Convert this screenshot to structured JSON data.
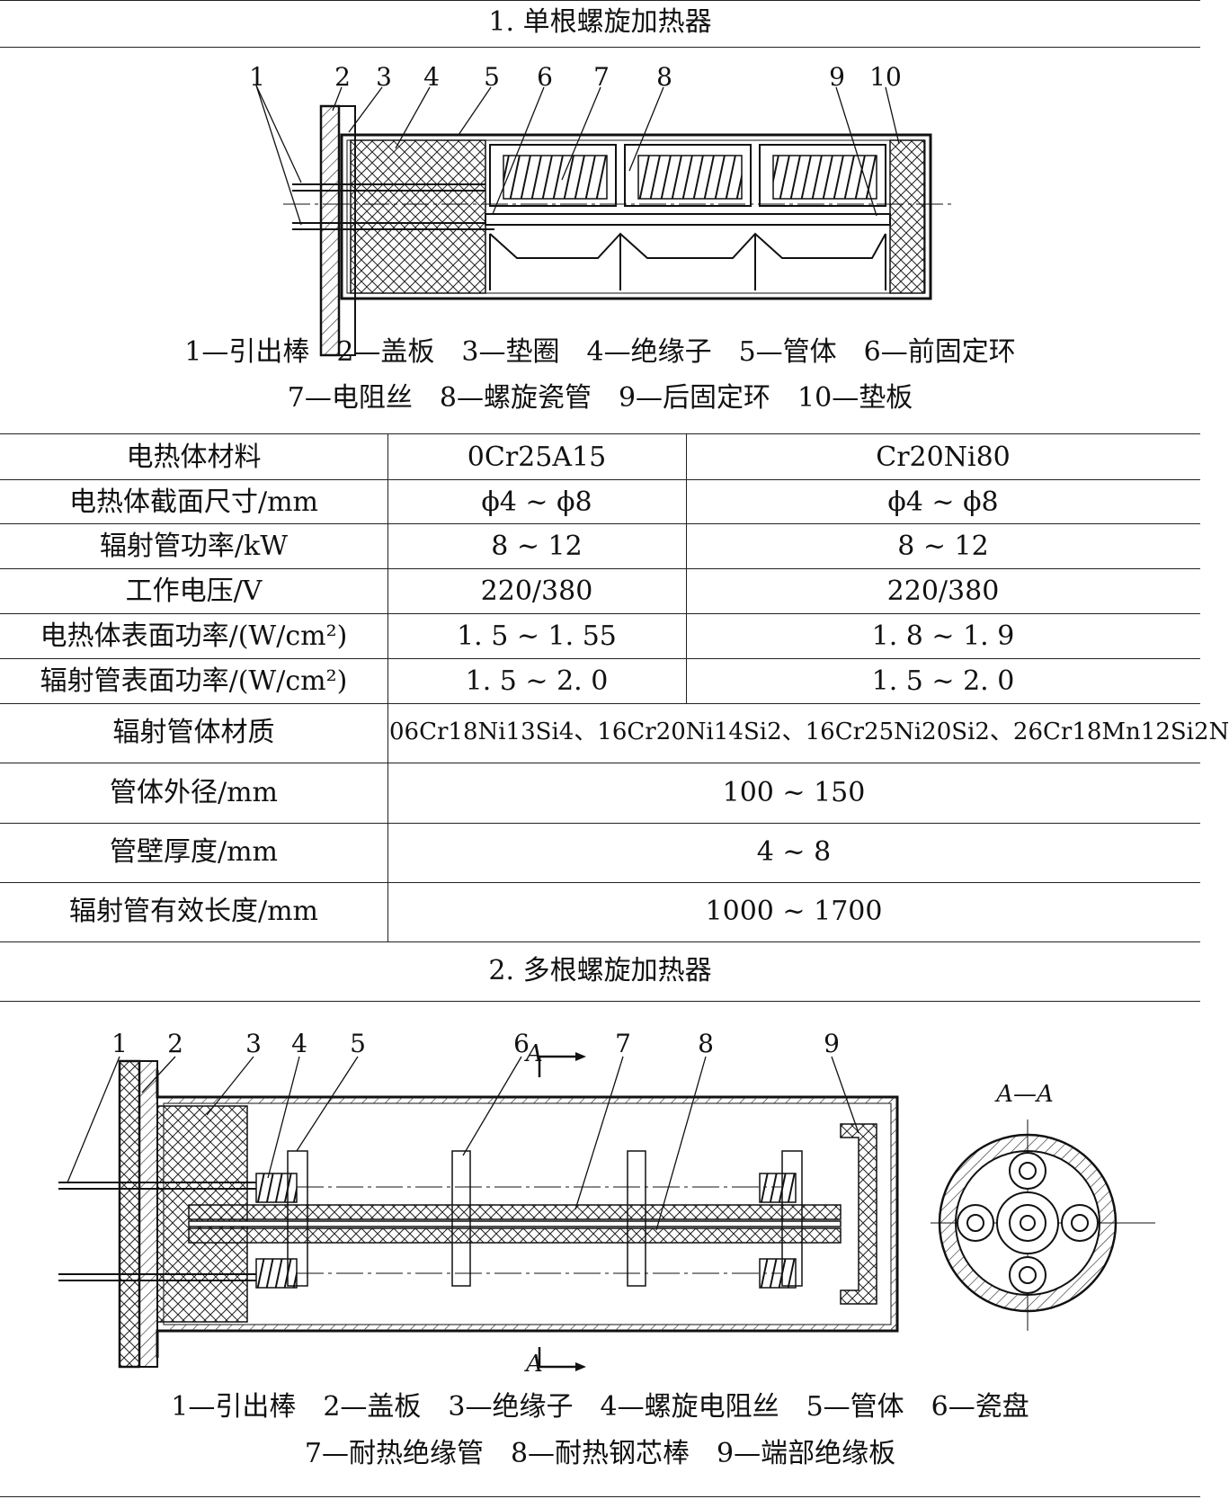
{
  "section1": {
    "title": "1. 单根螺旋加热器",
    "callouts": [
      "1",
      "2",
      "3",
      "4",
      "5",
      "6",
      "7",
      "8",
      "9",
      "10"
    ],
    "legend_line1": "1—引出棒　2—盖板　3—垫圈　4—绝缘子　5—管体　6—前固定环",
    "legend_line2": "7—电阻丝　8—螺旋瓷管　9—后固定环　10—垫板"
  },
  "table": {
    "rows": [
      {
        "label": "电热体材料",
        "col1": "0Cr25A15",
        "col2": "Cr20Ni80"
      },
      {
        "label": "电热体截面尺寸/mm",
        "col1": "ϕ4 ~ ϕ8",
        "col2": "ϕ4 ~ ϕ8"
      },
      {
        "label": "辐射管功率/kW",
        "col1": "8 ~ 12",
        "col2": "8 ~ 12"
      },
      {
        "label": "工作电压/V",
        "col1": "220/380",
        "col2": "220/380"
      },
      {
        "label": "电热体表面功率/(W/cm²)",
        "col1": "1. 5 ~ 1. 55",
        "col2": "1. 8 ~ 1. 9"
      },
      {
        "label": "辐射管表面功率/(W/cm²)",
        "col1": "1. 5 ~ 2. 0",
        "col2": "1. 5 ~ 2. 0"
      }
    ],
    "merged_rows": [
      {
        "label": "辐射管体材质",
        "value": "06Cr18Ni13Si4、16Cr20Ni14Si2、16Cr25Ni20Si2、26Cr18Mn12Si2N"
      },
      {
        "label": "管体外径/mm",
        "value": "100 ~ 150"
      },
      {
        "label": "管壁厚度/mm",
        "value": "4 ~ 8"
      },
      {
        "label": "辐射管有效长度/mm",
        "value": "1000 ~ 1700"
      }
    ]
  },
  "section2": {
    "title": "2. 多根螺旋加热器",
    "callouts": [
      "1",
      "2",
      "3",
      "4",
      "5",
      "6",
      "7",
      "8",
      "9"
    ],
    "section_mark": "A",
    "section_view_label": "A—A",
    "legend_line1": "1—引出棒　2—盖板　3—绝缘子　4—螺旋电阻丝　5—管体　6—瓷盘",
    "legend_line2": "7—耐热绝缘管　8—耐热钢芯棒　9—端部绝缘板"
  }
}
